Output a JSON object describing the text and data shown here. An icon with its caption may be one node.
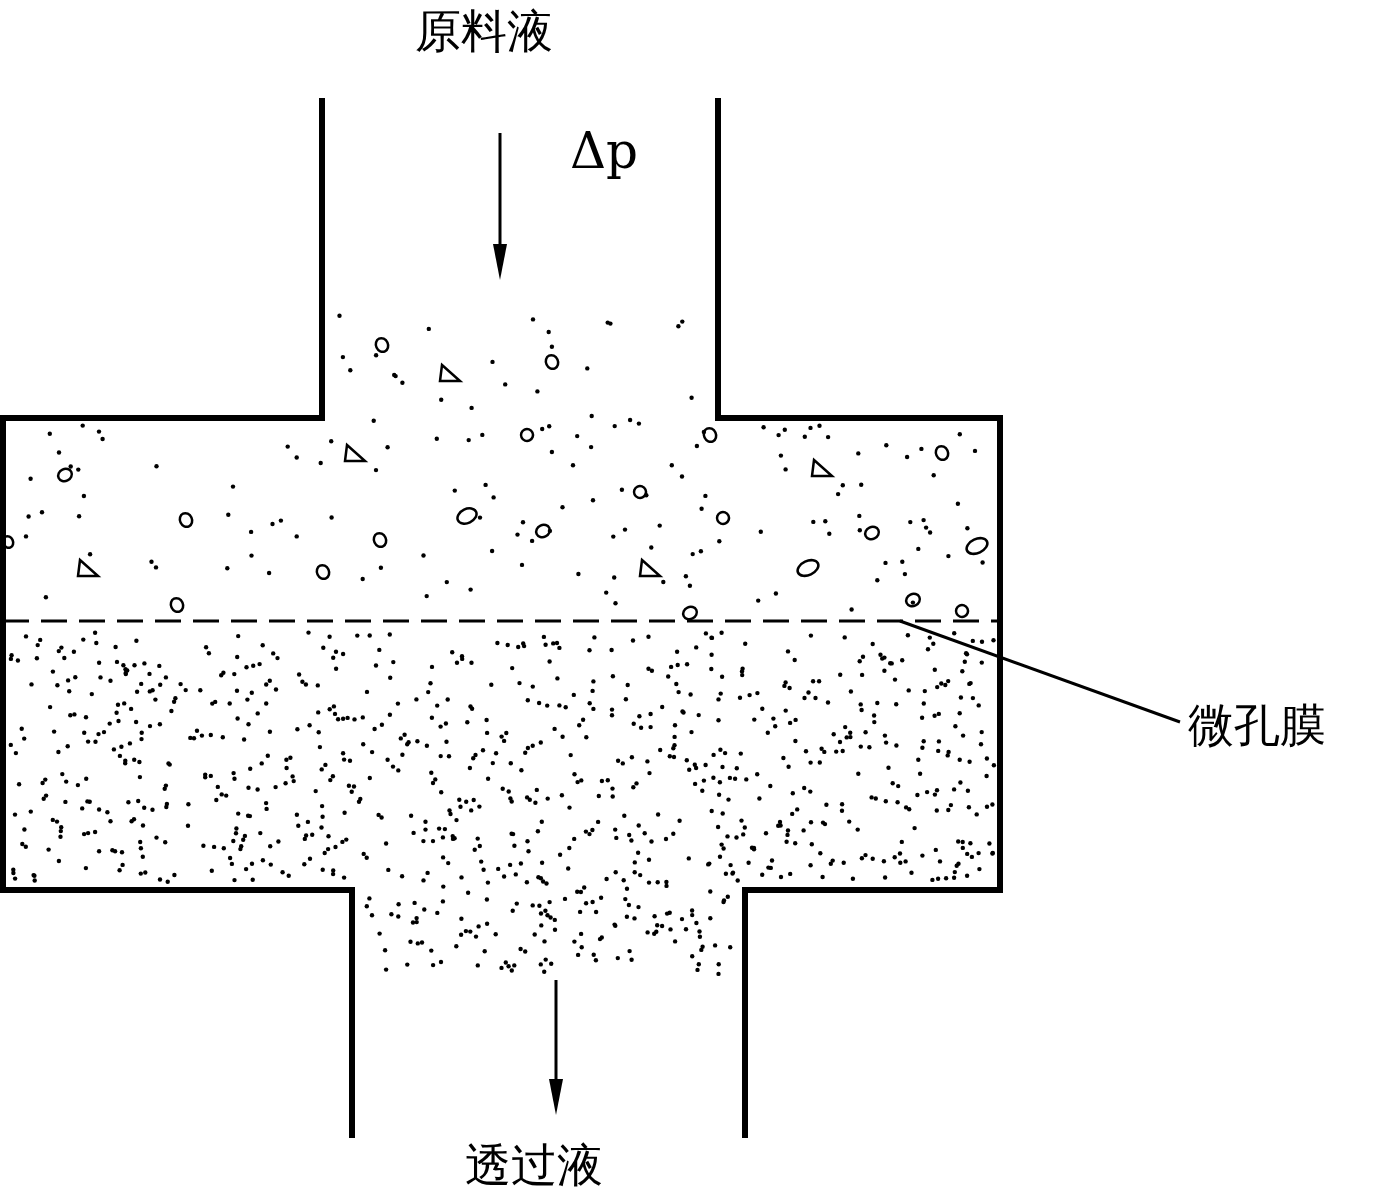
{
  "diagram": {
    "nodes": [
      {
        "text": [
          "微孔膜"
        ]
      },
      {
        "text": [],
        "shape": "line"
      }
    ],
    "edges": [
      {
        "from": 0,
        "to": 1,
        "arrow": "none"
      }
    ],
    "labels": [
      "原料液",
      "Δp",
      "透过液"
    ]
  }
}
